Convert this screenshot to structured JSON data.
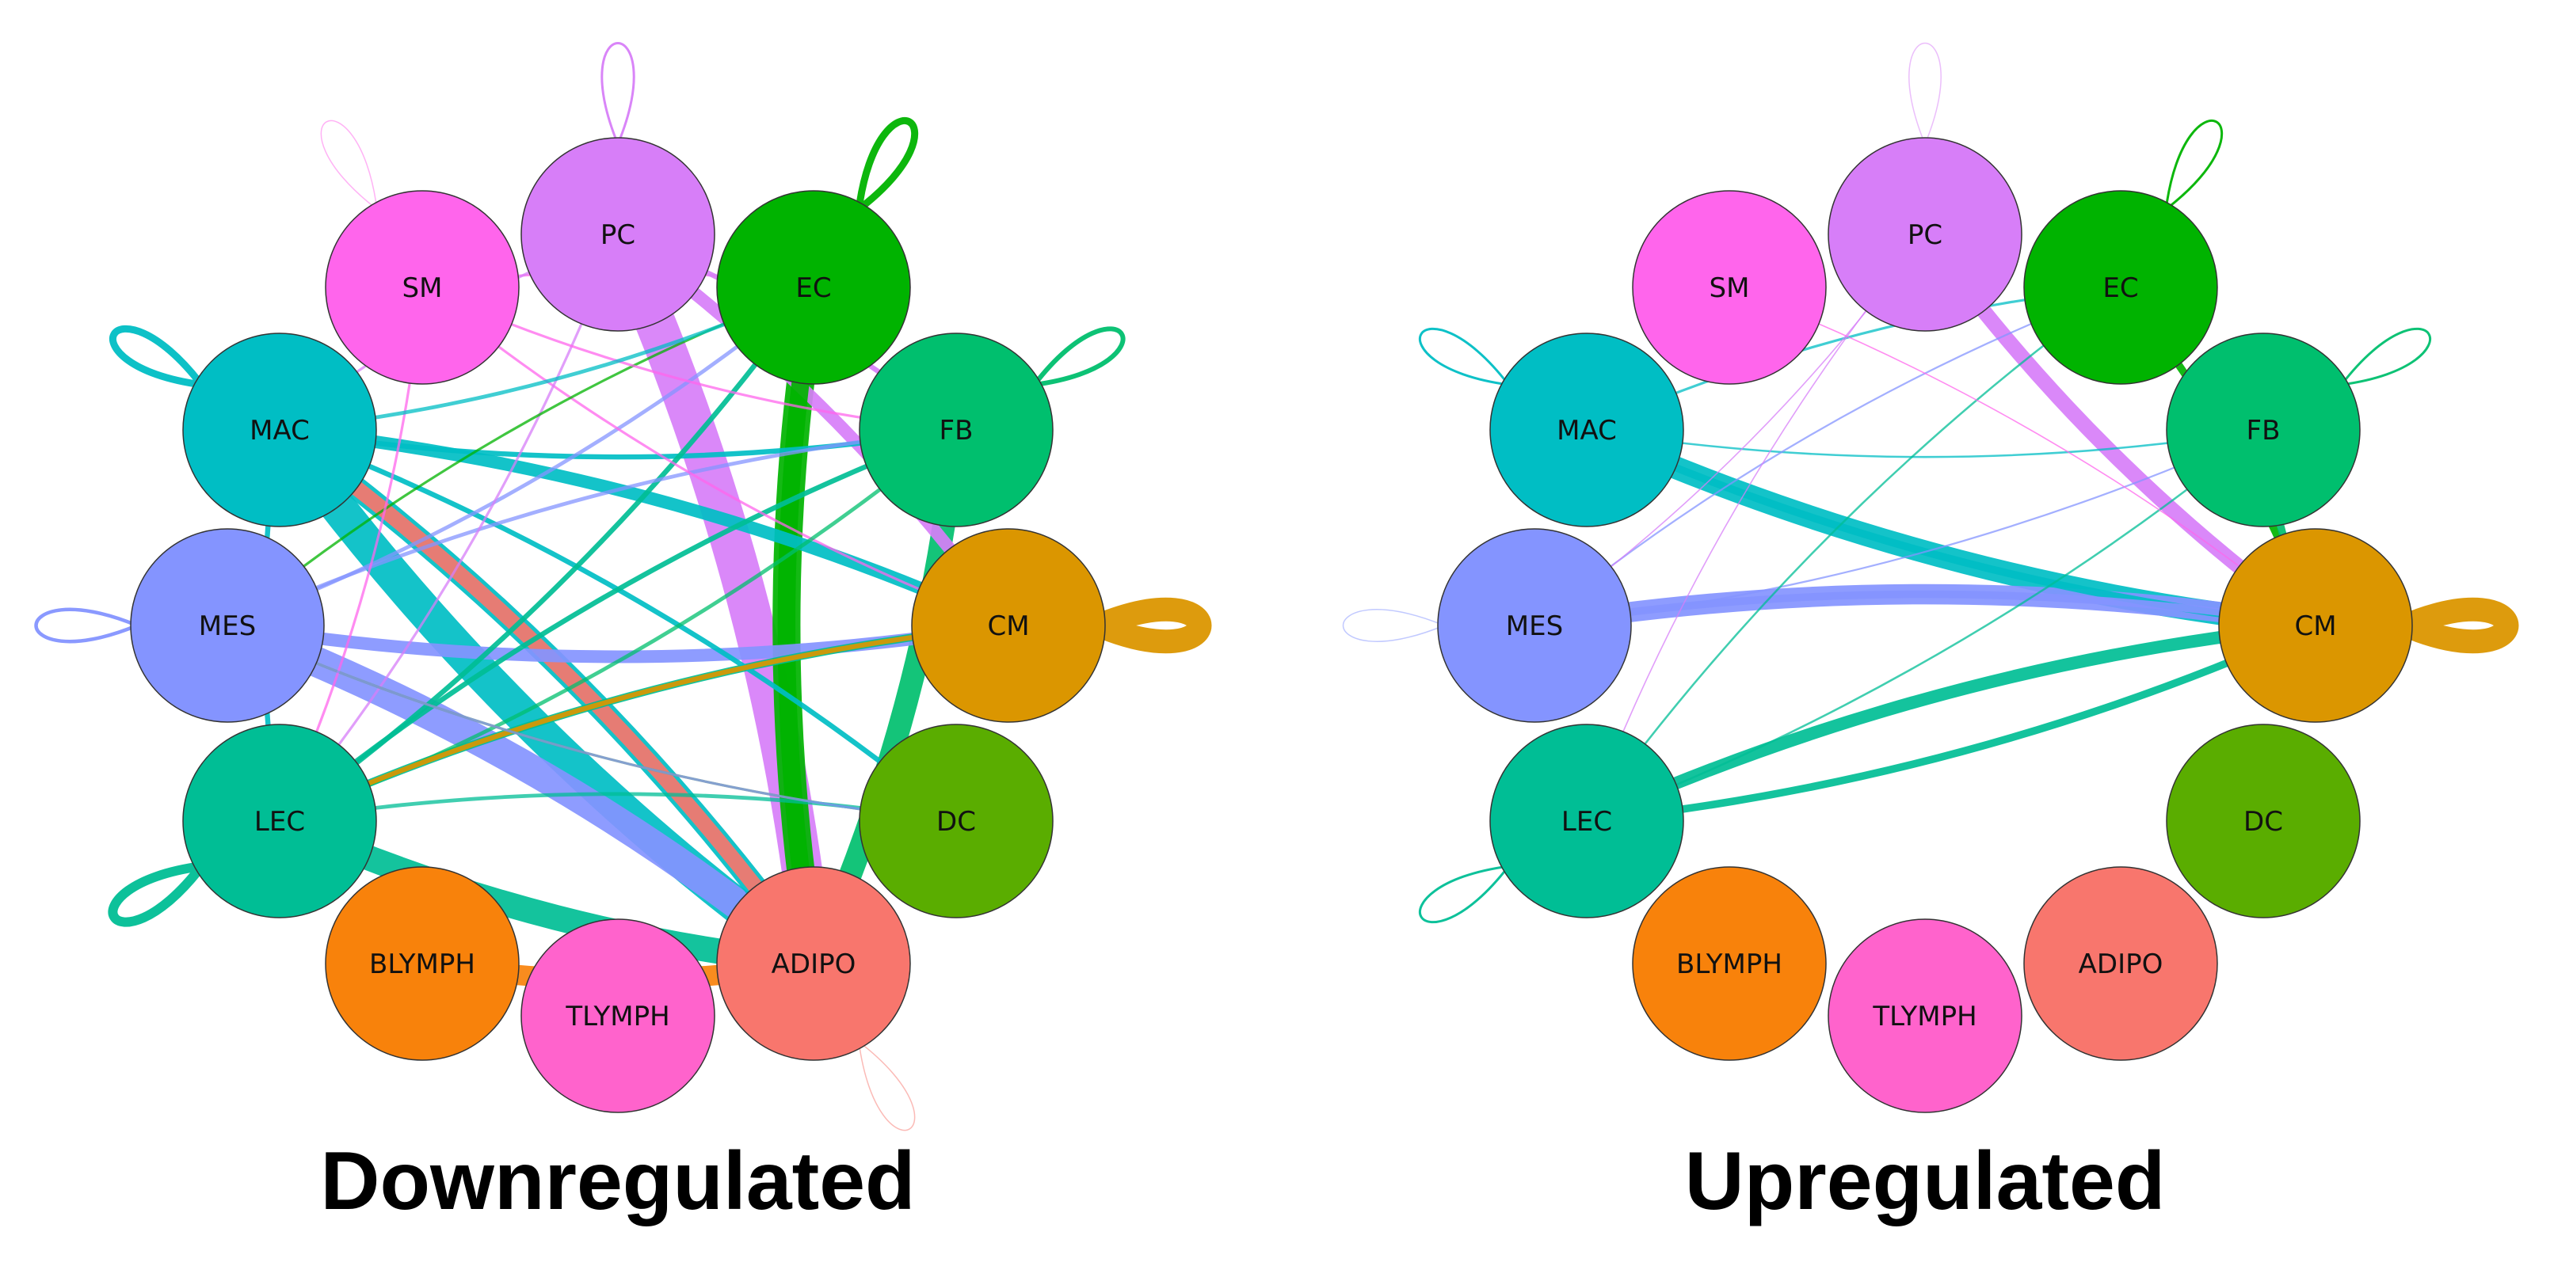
{
  "nodes": [
    {
      "id": "PC",
      "label": "PC",
      "color": "#D77EF8"
    },
    {
      "id": "EC",
      "label": "EC",
      "color": "#00B300"
    },
    {
      "id": "FB",
      "label": "FB",
      "color": "#00BF6E"
    },
    {
      "id": "CM",
      "label": "CM",
      "color": "#DB9600"
    },
    {
      "id": "DC",
      "label": "DC",
      "color": "#5AAD00"
    },
    {
      "id": "ADIPO",
      "label": "ADIPO",
      "color": "#F8766D"
    },
    {
      "id": "TLYMPH",
      "label": "TLYMPH",
      "color": "#FF63CC"
    },
    {
      "id": "BLYMPH",
      "label": "BLYMPH",
      "color": "#F8820B"
    },
    {
      "id": "LEC",
      "label": "LEC",
      "color": "#00BE95"
    },
    {
      "id": "MES",
      "label": "MES",
      "color": "#8494FF"
    },
    {
      "id": "MAC",
      "label": "MAC",
      "color": "#00BEC4"
    },
    {
      "id": "SM",
      "label": "SM",
      "color": "#FF65EC"
    }
  ],
  "panels": [
    {
      "title": "Downregulated",
      "edges": [
        {
          "from": "MAC",
          "to": "ADIPO",
          "weight": 14
        },
        {
          "from": "MES",
          "to": "ADIPO",
          "weight": 12
        },
        {
          "from": "LEC",
          "to": "ADIPO",
          "weight": 10
        },
        {
          "from": "PC",
          "to": "ADIPO",
          "weight": 16
        },
        {
          "from": "EC",
          "to": "ADIPO",
          "weight": 11
        },
        {
          "from": "FB",
          "to": "ADIPO",
          "weight": 9
        },
        {
          "from": "BLYMPH",
          "to": "ADIPO",
          "weight": 8
        },
        {
          "from": "MAC",
          "to": "ADIPO",
          "weight": 9
        },
        {
          "from": "ADIPO",
          "to": "MAC",
          "weight": 6
        },
        {
          "from": "PC",
          "to": "CM",
          "weight": 5
        },
        {
          "from": "EC",
          "to": "ADIPO",
          "weight": 7
        },
        {
          "from": "MAC",
          "to": "CM",
          "weight": 5
        },
        {
          "from": "MES",
          "to": "CM",
          "weight": 5
        },
        {
          "from": "LEC",
          "to": "CM",
          "weight": 3
        },
        {
          "from": "MAC",
          "to": "FB",
          "weight": 2
        },
        {
          "from": "MAC",
          "to": "DC",
          "weight": 2
        },
        {
          "from": "LEC",
          "to": "EC",
          "weight": 2
        },
        {
          "from": "LEC",
          "to": "FB",
          "weight": 2
        },
        {
          "from": "MES",
          "to": "EC",
          "weight": 1.5
        },
        {
          "from": "MES",
          "to": "FB",
          "weight": 1.5
        },
        {
          "from": "SM",
          "to": "CM",
          "weight": 1
        },
        {
          "from": "SM",
          "to": "EC",
          "weight": 1
        },
        {
          "from": "PC",
          "to": "MAC",
          "weight": 1
        },
        {
          "from": "PC",
          "to": "LEC",
          "weight": 1
        },
        {
          "from": "EC",
          "to": "MES",
          "weight": 1
        },
        {
          "from": "FB",
          "to": "LEC",
          "weight": 1.5
        },
        {
          "from": "CM",
          "to": "LEC",
          "weight": 2
        },
        {
          "from": "DC",
          "to": "MES",
          "weight": 1
        },
        {
          "from": "MAC",
          "to": "LEC",
          "weight": 2
        },
        {
          "from": "SM",
          "to": "LEC",
          "weight": 1
        },
        {
          "from": "SM",
          "to": "FB",
          "weight": 1
        },
        {
          "from": "PC",
          "to": "FB",
          "weight": 2
        },
        {
          "from": "MAC",
          "to": "EC",
          "weight": 1.5
        },
        {
          "from": "LEC",
          "to": "DC",
          "weight": 1.5
        },
        {
          "from": "MES",
          "to": "DC",
          "weight": 1
        }
      ],
      "loops": [
        {
          "node": "PC",
          "weight": 1
        },
        {
          "node": "SM",
          "weight": 0.5
        },
        {
          "node": "EC",
          "weight": 3
        },
        {
          "node": "FB",
          "weight": 2
        },
        {
          "node": "MAC",
          "weight": 3
        },
        {
          "node": "MES",
          "weight": 1.5
        },
        {
          "node": "CM",
          "weight": 10
        },
        {
          "node": "LEC",
          "weight": 4
        },
        {
          "node": "ADIPO",
          "weight": 0.5
        }
      ]
    },
    {
      "title": "Upregulated",
      "edges": [
        {
          "from": "MAC",
          "to": "CM",
          "weight": 9
        },
        {
          "from": "MES",
          "to": "CM",
          "weight": 8
        },
        {
          "from": "PC",
          "to": "CM",
          "weight": 6
        },
        {
          "from": "LEC",
          "to": "CM",
          "weight": 5
        },
        {
          "from": "MAC",
          "to": "CM",
          "weight": 3
        },
        {
          "from": "MES",
          "to": "CM",
          "weight": 3
        },
        {
          "from": "LEC",
          "to": "CM",
          "weight": 3
        },
        {
          "from": "EC",
          "to": "CM",
          "weight": 3
        },
        {
          "from": "FB",
          "to": "CM",
          "weight": 3
        },
        {
          "from": "MAC",
          "to": "EC",
          "weight": 1
        },
        {
          "from": "MAC",
          "to": "FB",
          "weight": 0.8
        },
        {
          "from": "MES",
          "to": "EC",
          "weight": 0.7
        },
        {
          "from": "MES",
          "to": "FB",
          "weight": 0.7
        },
        {
          "from": "LEC",
          "to": "EC",
          "weight": 0.8
        },
        {
          "from": "LEC",
          "to": "FB",
          "weight": 0.8
        },
        {
          "from": "PC",
          "to": "MES",
          "weight": 0.5
        },
        {
          "from": "PC",
          "to": "LEC",
          "weight": 0.5
        },
        {
          "from": "SM",
          "to": "CM",
          "weight": 0.5
        }
      ],
      "loops": [
        {
          "node": "PC",
          "weight": 0.5
        },
        {
          "node": "EC",
          "weight": 1
        },
        {
          "node": "FB",
          "weight": 1
        },
        {
          "node": "MAC",
          "weight": 1
        },
        {
          "node": "MES",
          "weight": 0.5
        },
        {
          "node": "CM",
          "weight": 10
        },
        {
          "node": "LEC",
          "weight": 1
        }
      ]
    }
  ]
}
